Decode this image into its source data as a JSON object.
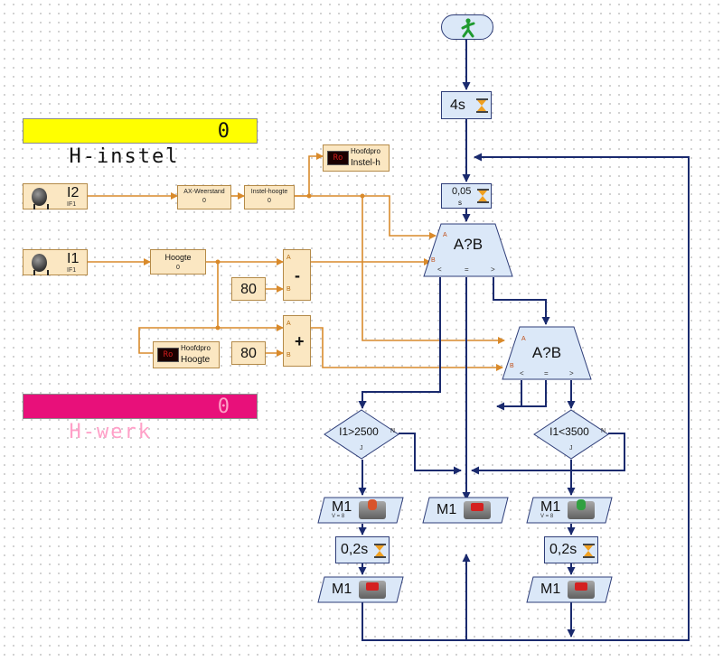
{
  "panels": {
    "h_instel": {
      "label": "H-instel",
      "value": "0"
    },
    "h_werk": {
      "label": "H-werk",
      "value": "0"
    }
  },
  "sensors": {
    "i2": {
      "name": "I2",
      "sub": "IF1"
    },
    "i1": {
      "name": "I1",
      "sub": "IF1"
    }
  },
  "variables": {
    "ax_weerstand": {
      "name": "AX-Weerstand",
      "value": "0"
    },
    "instel_hoogte": {
      "name": "Instel-hoogte",
      "value": "0"
    },
    "hoogte": {
      "name": "Hoogte",
      "value": "0"
    }
  },
  "displays": {
    "instel": {
      "lcd": "Ro",
      "line1": "Hoofdpro",
      "line2": "Instel-h"
    },
    "hoogte": {
      "lcd": "Ro",
      "line1": "Hoofdpro",
      "line2": "Hoogte"
    }
  },
  "constants": {
    "minus_const": "80",
    "plus_const": "80"
  },
  "operators": {
    "minus": {
      "sign": "-",
      "in_a": "A",
      "in_b": "B"
    },
    "plus": {
      "sign": "+",
      "in_a": "A",
      "in_b": "B"
    }
  },
  "flow": {
    "start_icon": "walking-man-icon",
    "wait_start": "4s",
    "wait_loop": "0,05",
    "wait_loop_unit": "s",
    "compare1": {
      "label": "A?B",
      "in_a": "A",
      "in_b": "B",
      "lt": "<",
      "eq": "=",
      "gt": ">"
    },
    "compare2": {
      "label": "A?B",
      "in_a": "A",
      "in_b": "B",
      "lt": "<",
      "eq": "=",
      "gt": ">"
    },
    "branch_left": {
      "label": "I1>2500",
      "no": "N",
      "yes": "J"
    },
    "branch_right": {
      "label": "I1<3500",
      "no": "N",
      "yes": "J"
    },
    "motor_left_on": {
      "name": "M1",
      "speed": "V = 8"
    },
    "motor_center_stop": {
      "name": "M1"
    },
    "motor_right_on": {
      "name": "M1",
      "speed": "V = 8"
    },
    "wait_left": "0,2s",
    "wait_right": "0,2s",
    "motor_left_stop": {
      "name": "M1"
    },
    "motor_right_stop": {
      "name": "M1"
    }
  },
  "colors": {
    "data_wire": "#d98a2b",
    "flow_wire": "#1a2a6e",
    "block_fill": "#dbe8f8",
    "instel_panel": "#ffff00",
    "werk_panel": "#e8107a"
  }
}
